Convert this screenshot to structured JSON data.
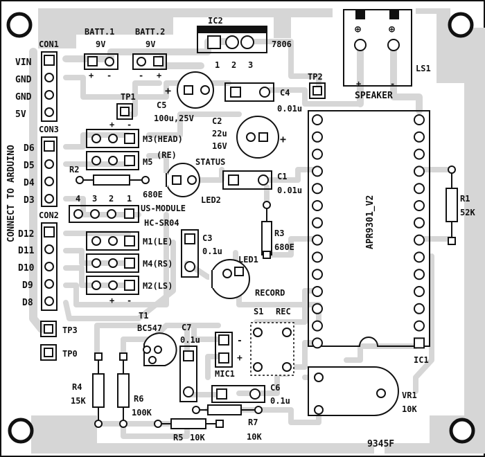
{
  "board_code": "9345F",
  "side_label": "CONNECT TO ARDUINO",
  "con1": {
    "name": "CON1",
    "pins": [
      "VIN",
      "GND",
      "GND",
      "5V"
    ]
  },
  "con3": {
    "name": "CON3",
    "pins": [
      "D6",
      "D5",
      "D4",
      "D3"
    ]
  },
  "con2": {
    "name": "CON2",
    "pins": [
      "D12",
      "D11",
      "D10",
      "D9",
      "D8"
    ]
  },
  "batt1": {
    "name": "BATT.1",
    "value": "9V",
    "pol_plus": "+",
    "pol_minus": "-"
  },
  "batt2": {
    "name": "BATT.2",
    "value": "9V",
    "pol_minus": "-",
    "pol_plus": "+"
  },
  "ic2": {
    "name": "IC2",
    "part": "7806",
    "pins": [
      "1",
      "2",
      "3"
    ]
  },
  "ls1": {
    "name": "LS1",
    "caption": "SPEAKER",
    "plus": "+",
    "minus": "-",
    "term_plus": "⊕",
    "term_minus": "⊕"
  },
  "tp": {
    "tp1": "TP1",
    "tp2": "TP2",
    "tp3": "TP3",
    "tp0": "TP0"
  },
  "c5": {
    "name": "C5",
    "value": "100u,25V",
    "plus": "+"
  },
  "c4": {
    "name": "C4",
    "value": "0.01u"
  },
  "c2": {
    "name": "C2",
    "value1": "22u",
    "value2": "16V",
    "plus": "+"
  },
  "c1": {
    "name": "C1",
    "value": "0.01u"
  },
  "c3": {
    "name": "C3",
    "value": "0.1u"
  },
  "c7": {
    "name": "C7",
    "value": "0.1u"
  },
  "c6": {
    "name": "C6",
    "value": "0.1u"
  },
  "m3": {
    "name": "M3",
    "tag": "(HEAD)"
  },
  "m5": {
    "name": "M5",
    "tag": "(RE)"
  },
  "m1": {
    "name": "M1",
    "tag": "(LE)"
  },
  "m4": {
    "name": "M4",
    "tag": "(RS)"
  },
  "m2": {
    "name": "M2",
    "tag": "(LS)"
  },
  "motor_pol": {
    "plus": "+",
    "minus": "-"
  },
  "r2": {
    "name": "R2",
    "value": "680E"
  },
  "r3": {
    "name": "R3",
    "value": "680E"
  },
  "r1": {
    "name": "R1",
    "value": "52K"
  },
  "r4": {
    "name": "R4",
    "value": "15K"
  },
  "r6": {
    "name": "R6",
    "value": "100K"
  },
  "r5": {
    "name": "R5",
    "value": "10K"
  },
  "r7": {
    "name": "R7",
    "value": "10K"
  },
  "status": "STATUS",
  "led2": "LED2",
  "led1": "LED1",
  "us": {
    "pins": [
      "4",
      "3",
      "2",
      "1"
    ],
    "name": "US-MODULE",
    "model": "HC-SR04"
  },
  "ic1": {
    "name": "IC1",
    "part": "APR9301_V2"
  },
  "record": "RECORD",
  "s1": {
    "name": "S1",
    "caption": "REC"
  },
  "t1": {
    "name": "T1",
    "part": "BC547"
  },
  "mic1": {
    "name": "MIC1",
    "minus": "-",
    "plus": "+"
  },
  "vr1": {
    "name": "VR1",
    "value": "10K"
  }
}
